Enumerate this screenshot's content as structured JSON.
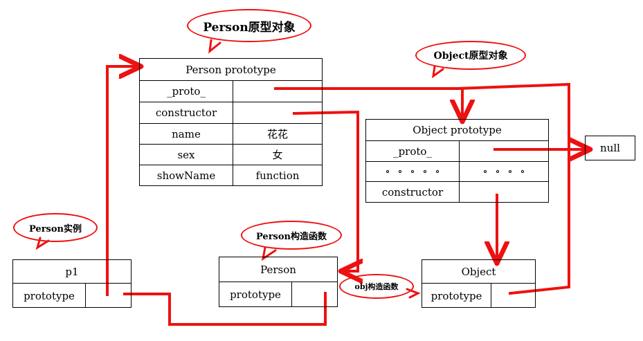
{
  "diagram": {
    "title": "JavaScript prototype chain diagram",
    "accent_color": "#ee1111",
    "line_color": "#000000",
    "background": "#ffffff"
  },
  "bubbles": [
    {
      "id": "person-proto-obj",
      "label": "Person原型对象"
    },
    {
      "id": "object-proto-obj",
      "label": "Object原型对象"
    },
    {
      "id": "person-instance",
      "label": "Person实例"
    },
    {
      "id": "person-constructor",
      "label": "Person构造函数"
    },
    {
      "id": "obj-constructor",
      "label": "obj构造函数"
    }
  ],
  "tables": {
    "person_prototype": {
      "title": "Person prototype",
      "rows": [
        {
          "key": "_proto_",
          "value": ""
        },
        {
          "key": "constructor",
          "value": ""
        },
        {
          "key": "name",
          "value": "花花"
        },
        {
          "key": "sex",
          "value": "女"
        },
        {
          "key": "showName",
          "value": "function"
        }
      ]
    },
    "object_prototype": {
      "title": "Object prototype",
      "rows": [
        {
          "key": "_proto_",
          "value": ""
        },
        {
          "key": "· · · · ·",
          "value": "· · · ·"
        },
        {
          "key": "constructor",
          "value": ""
        }
      ]
    },
    "p1": {
      "title": "p1",
      "rows": [
        {
          "key": "prototype",
          "value": ""
        }
      ]
    },
    "person": {
      "title": "Person",
      "rows": [
        {
          "key": "prototype",
          "value": ""
        }
      ]
    },
    "object": {
      "title": "Object",
      "rows": [
        {
          "key": "prototype",
          "value": ""
        }
      ]
    },
    "null_box": {
      "title": "null"
    }
  }
}
